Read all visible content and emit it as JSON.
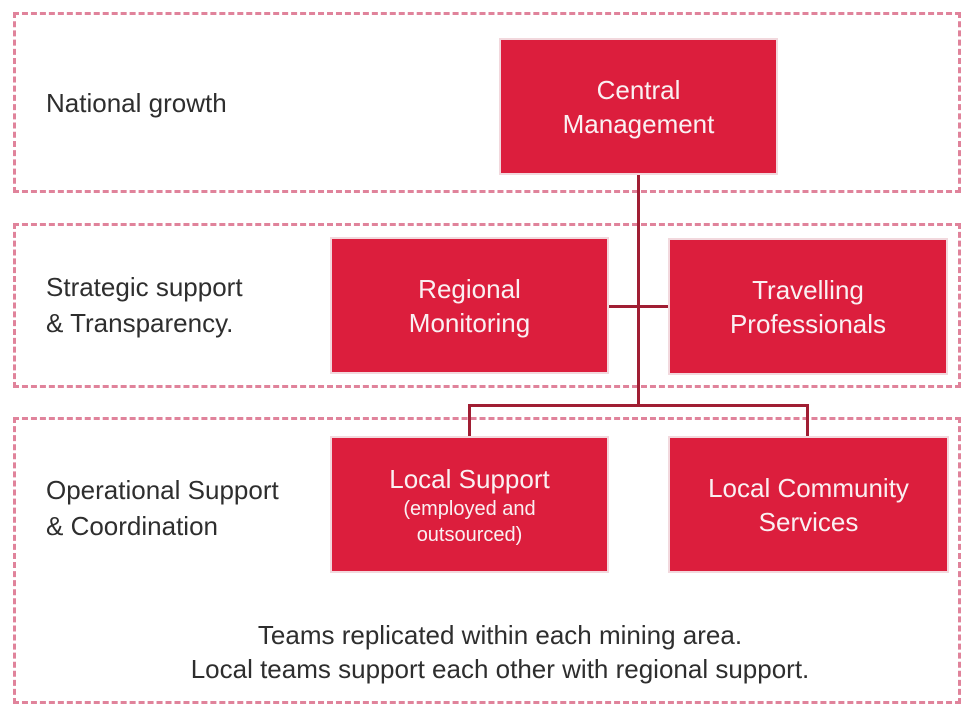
{
  "colors": {
    "background": "#FFFFFF",
    "box_fill": "#DC1E3D",
    "box_border": "#F2D8DD",
    "box_text": "#FAF0F2",
    "connector": "#A01E33",
    "band_border": "#E0839B",
    "label_text": "#2E2E2E"
  },
  "bands": [
    {
      "label_lines": [
        "National growth"
      ]
    },
    {
      "label_lines": [
        "Strategic support",
        "& Transparency."
      ]
    },
    {
      "label_lines": [
        "Operational Support",
        "& Coordination"
      ]
    }
  ],
  "nodes": {
    "central": {
      "lines": [
        "Central",
        "Management"
      ]
    },
    "regional": {
      "lines": [
        "Regional",
        "Monitoring"
      ]
    },
    "travelling": {
      "lines": [
        "Travelling",
        "Professionals"
      ]
    },
    "local_support": {
      "lines": [
        "Local Support"
      ],
      "sub_lines": [
        "(employed and",
        "outsourced)"
      ]
    },
    "local_community": {
      "lines": [
        "Local Community",
        "Services"
      ]
    }
  },
  "caption_lines": [
    "Teams replicated within each mining area.",
    "Local teams support each other with regional support."
  ]
}
